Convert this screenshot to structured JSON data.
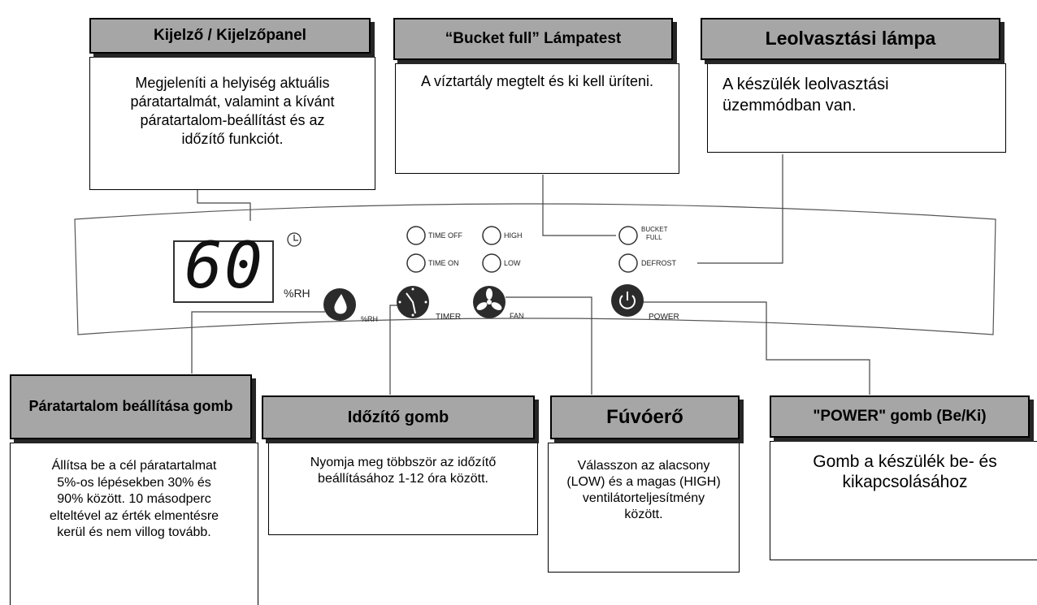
{
  "callouts": {
    "display": {
      "title": "Kijelző / Kijelzőpanel",
      "text": "Megjeleníti a helyiség aktuális páratartalmát, valamint a kívánt páratartalom-beállítást és az időzítő funkciót."
    },
    "bucket": {
      "title": "“Bucket full” Lámpatest",
      "text": "A víztartály megtelt és ki kell üríteni."
    },
    "defrost": {
      "title": "Leolvasztási lámpa",
      "text": "A készülék leolvasztási üzemmódban van."
    },
    "humidity": {
      "title": "Páratartalom beállítása gomb",
      "text": "Állítsa be a cél páratartalmat 5%-os lépésekben 30% és 90% között. 10 másodperc elteltével az érték elmentésre kerül és nem villog tovább."
    },
    "timer": {
      "title": "Időzítő gomb",
      "text": "Nyomja meg többször az időzítő beállításához 1-12 óra között."
    },
    "fan": {
      "title": "Fúvóerő",
      "text": "Válasszon az alacsony (LOW) és a magas (HIGH) ventilátorteljesítmény között."
    },
    "power": {
      "title": "\"POWER\" gomb (Be/Ki)",
      "text": "Gomb a készülék be- és kikapcsolásához"
    }
  },
  "panel": {
    "display_value": "60",
    "rh_unit": "%RH",
    "indicators": {
      "time_off": "TIME OFF",
      "high": "HIGH",
      "time_on": "TIME ON",
      "low": "LOW",
      "bucket_full_line1": "BUCKET",
      "bucket_full_line2": "FULL",
      "defrost": "DEFROST"
    },
    "buttons": {
      "rh": "%RH",
      "timer": "TIMER",
      "fan": "FAN",
      "power": "POWER"
    }
  }
}
